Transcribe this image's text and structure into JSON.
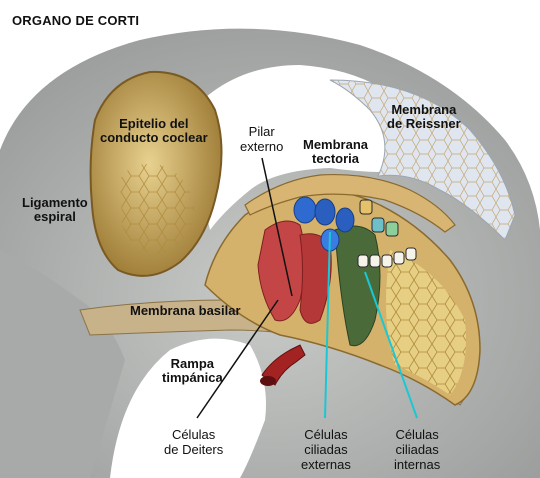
{
  "title": "ORGANO DE CORTI",
  "labels": {
    "epitelio": [
      "Epitelio del",
      "conducto coclear"
    ],
    "pilar": [
      "Pilar",
      "externo"
    ],
    "reissner": [
      "Membrana",
      "de Reissner"
    ],
    "tectoria": [
      "Membrana",
      "tectoria"
    ],
    "ligamento": [
      "Ligamento",
      "espiral"
    ],
    "basilar": "Membrana basilar",
    "rampa": [
      "Rampa",
      "timpánica"
    ],
    "deiters": [
      "Células",
      "de Deiters"
    ],
    "ext": [
      "Células",
      "ciliadas",
      "externas"
    ],
    "int": [
      "Células",
      "ciliadas",
      "internas"
    ]
  },
  "colors": {
    "bone": "#b5b7b5",
    "bone_dark": "#8d908f",
    "cavity": "#ffffff",
    "epithelium": "#c9a866",
    "epithelium_dark": "#8a6a2e",
    "reissner": "#dbe3ee",
    "tectorial": "#d9b978",
    "cells_yellow": "#e0c468",
    "hair_blue": "#2a66c8",
    "artery": "#a32222",
    "pointer_cyan": "#19c8d4",
    "pointer_black": "#111111"
  }
}
